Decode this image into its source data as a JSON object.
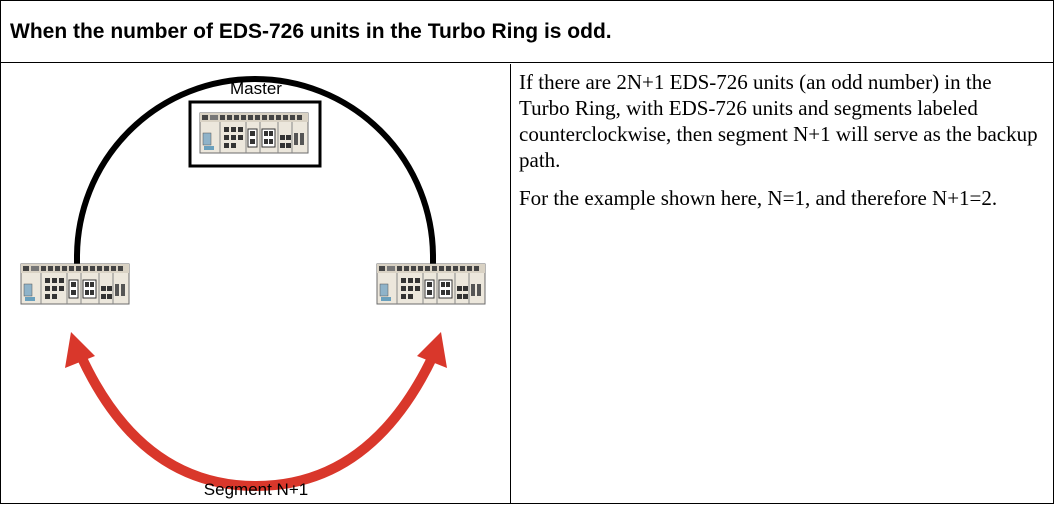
{
  "header": {
    "title": "When the number of EDS-726 units in the Turbo Ring is odd."
  },
  "diagram": {
    "master_label": "Master",
    "segment_label": "Segment N+1",
    "icons": [
      "switch-icon",
      "arrow-icon"
    ],
    "colors": {
      "ring_line": "#000000",
      "backup_arrow": "#d9372b"
    }
  },
  "description": {
    "paragraph_1": "If there are 2N+1 EDS-726 units (an odd number) in the Turbo Ring, with EDS-726 units and segments labeled counterclockwise, then segment N+1 will serve as the backup path.",
    "paragraph_2": "For the example shown here, N=1, and therefore N+1=2."
  }
}
